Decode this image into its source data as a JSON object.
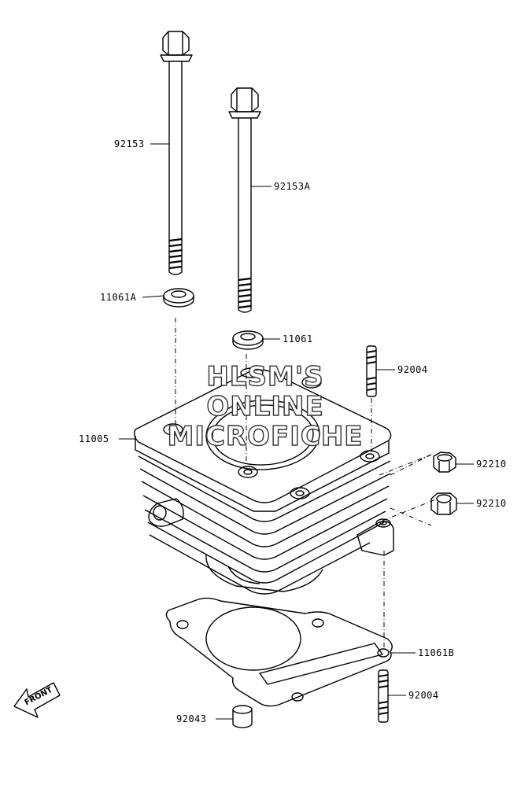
{
  "parts": {
    "bolt_long": "92153",
    "bolt_long_a": "92153A",
    "washer_a": "11061A",
    "washer": "11061",
    "stud_upper": "92004",
    "cylinder": "11005",
    "nut_upper": "92210",
    "nut_lower": "92210",
    "gasket": "11061B",
    "stud_lower": "92004",
    "dowel": "92043"
  },
  "watermark": {
    "line1": "HLSM'S",
    "line2": "ONLINE",
    "line3": "MICROFICHE"
  },
  "front_arrow": "FRONT"
}
